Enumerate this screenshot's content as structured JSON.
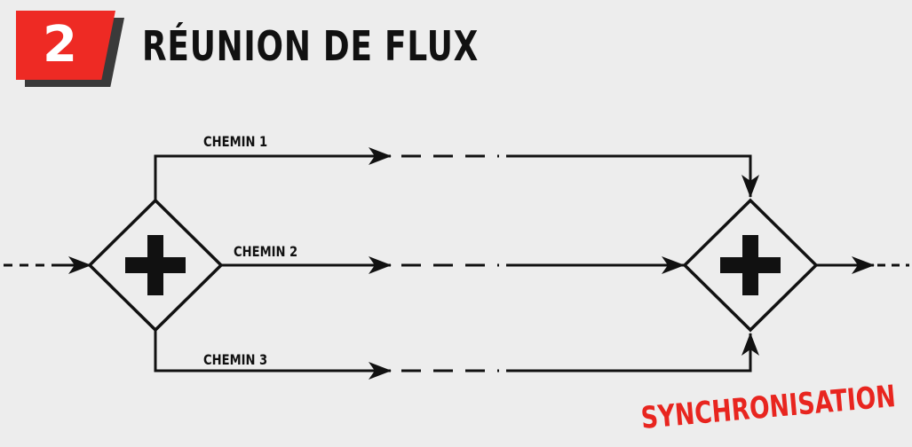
{
  "header": {
    "number": "2",
    "title": "RÉUNION DE FLUX"
  },
  "diagram": {
    "paths": [
      {
        "label": "CHEMIN 1"
      },
      {
        "label": "CHEMIN 2"
      },
      {
        "label": "CHEMIN 3"
      }
    ],
    "gateways": [
      {
        "role": "split",
        "symbol": "parallel-plus"
      },
      {
        "role": "join",
        "symbol": "parallel-plus"
      }
    ],
    "tag": "SYNCHRONISATION"
  },
  "colors": {
    "accent": "#ee2a24",
    "ink": "#111111",
    "background": "#ededed",
    "shadow": "#3a3a3a"
  }
}
